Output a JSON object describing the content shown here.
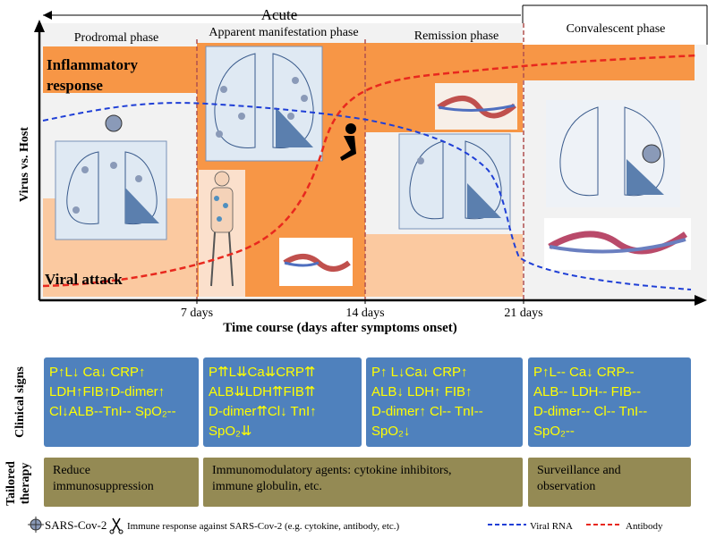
{
  "acute_label": "Acute",
  "phases": [
    "Prodromal phase",
    "Apparent manifestation phase",
    "Remission phase",
    "Convalescent phase"
  ],
  "band_top_label": "Inflammatory response",
  "band_top_line1": "Inflammatory",
  "band_top_line2": "response",
  "band_bottom_label": "Viral attack",
  "y_axis_label": "Virus vs. Host",
  "x_ticks": [
    "7 days",
    "14 days",
    "21 days"
  ],
  "x_axis_title": "Time course (days after symptoms onset)",
  "row_labels": {
    "clinical": "Clinical signs",
    "therapy": "Tailored therapy",
    "therapy_line1": "Tailored",
    "therapy_line2": "therapy"
  },
  "clinical_signs": [
    {
      "lines": [
        "P↑L↓ Ca↓ CRP↑",
        "LDH↑FIB↑D-dimer↑",
        "Cl↓ALB--TnI-- SpO₂--"
      ]
    },
    {
      "lines": [
        "P⇈L⇊Ca⇊CRP⇈",
        "ALB⇊LDH⇈FIB⇈",
        "D-dimer⇈Cl↓ TnI↑",
        "SpO₂⇊"
      ]
    },
    {
      "lines": [
        "P↑ L↓Ca↓ CRP↑",
        "ALB↓ LDH↑ FIB↑",
        "D-dimer↑ Cl-- TnI--",
        "SpO₂↓"
      ]
    },
    {
      "lines": [
        "P↑L-- Ca↓ CRP--",
        "ALB-- LDH-- FIB--",
        "D-dimer-- Cl-- TnI--",
        "SpO₂--"
      ]
    }
  ],
  "therapy": [
    {
      "lines": [
        "Reduce",
        "immunosuppression"
      ]
    },
    {
      "lines": [
        "Immunomodulatory agents: cytokine inhibitors,",
        "immune globulin, etc."
      ]
    },
    {
      "lines": [
        "Surveillance and",
        "observation"
      ]
    }
  ],
  "legend": {
    "sars": "SARS-Cov-2",
    "immune": "Immune response against SARS-Cov-2 (e.g. cytokine, antibody, etc.)",
    "viral_rna": "Viral RNA",
    "antibody": "Antibody"
  },
  "colors": {
    "band_orange": "#f79646",
    "band_peach": "#fbc9a0",
    "clinical_box": "#4f81bd",
    "clinical_text": "#ffff00",
    "therapy_box": "#948a54",
    "viral_rna": "#1f3fd6",
    "antibody": "#e8281e",
    "divider": "#b0504f"
  }
}
